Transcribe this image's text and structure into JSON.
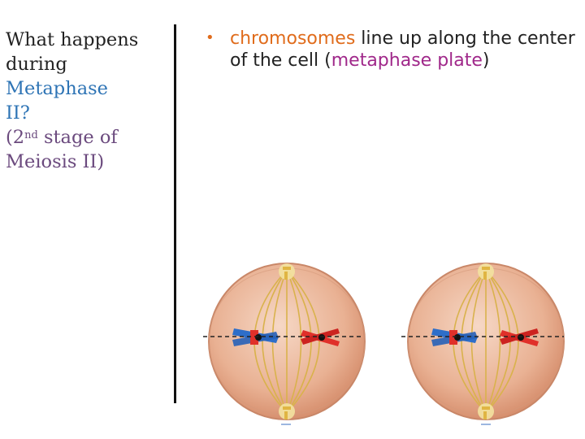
{
  "left": {
    "line1": "What happens",
    "line2": "during",
    "line3": "Metaphase",
    "line4": "II?",
    "line5_open": "(2",
    "line5_sup": "nd",
    "line5_rest": " stage of",
    "line6": "Meiosis II)"
  },
  "bullet": {
    "marker": "•",
    "term": "chromosomes",
    "text1": " line up along the center of the cell (",
    "term2": "metaphase plate",
    "text2": ")"
  },
  "colors": {
    "accent_blue": "#2e74b5",
    "purple": "#6b4a7e",
    "orange": "#e06c1c",
    "magenta": "#a0288a"
  }
}
